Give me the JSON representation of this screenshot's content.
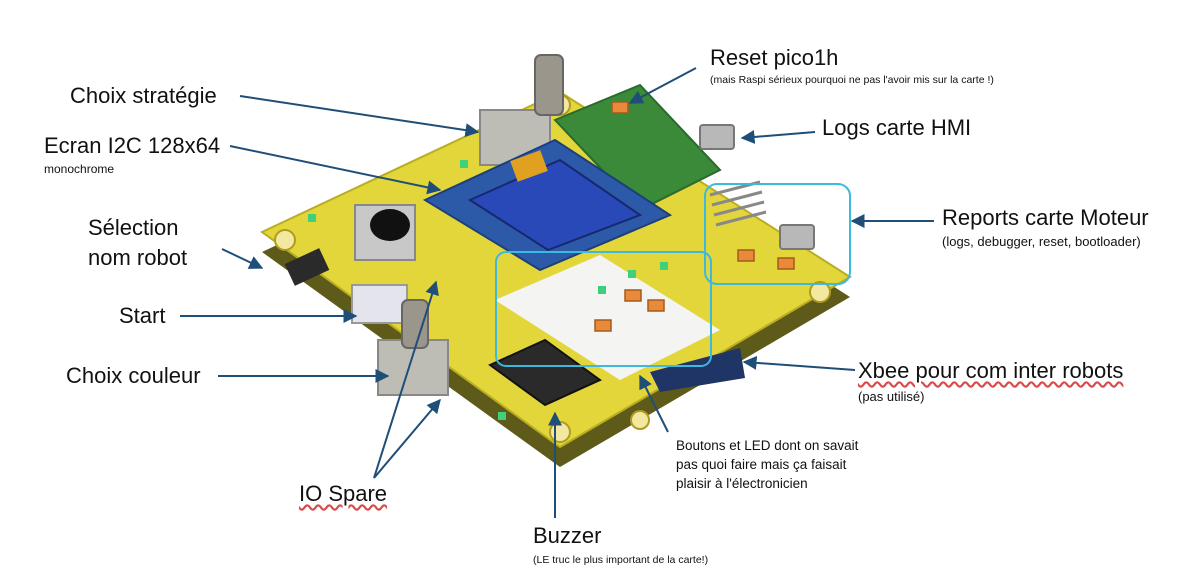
{
  "labels": {
    "choix_strategie": "Choix stratégie",
    "ecran_title": "Ecran I2C 128x64",
    "ecran_sub": "monochrome",
    "selection_line1": "Sélection",
    "selection_line2": "nom robot",
    "start": "Start",
    "choix_couleur": "Choix couleur",
    "io_spare": "IO Spare",
    "buzzer": "Buzzer",
    "buzzer_sub": "(LE truc le plus important de la carte!)",
    "reset_title": "Reset pico1h",
    "reset_sub": "(mais Raspi sérieux pourquoi ne pas l'avoir mis sur la carte !)",
    "logs_hmi": "Logs carte HMI",
    "reports_title": "Reports carte Moteur",
    "reports_sub": "(logs, debugger, reset, bootloader)",
    "xbee_title": "Xbee pour com inter robots",
    "xbee_sub": "(pas utilisé)",
    "boutons_line1": "Boutons et LED dont on savait",
    "boutons_line2": "pas quoi faire mais ça faisait",
    "boutons_line3": "plaisir à l'électronicien"
  },
  "colors": {
    "board_yellow": "#e3d63a",
    "arrow": "#1f4e79",
    "highlight": "#3db8de",
    "screen_blue": "#2a49b8",
    "pico_green": "#3a8a3a"
  }
}
